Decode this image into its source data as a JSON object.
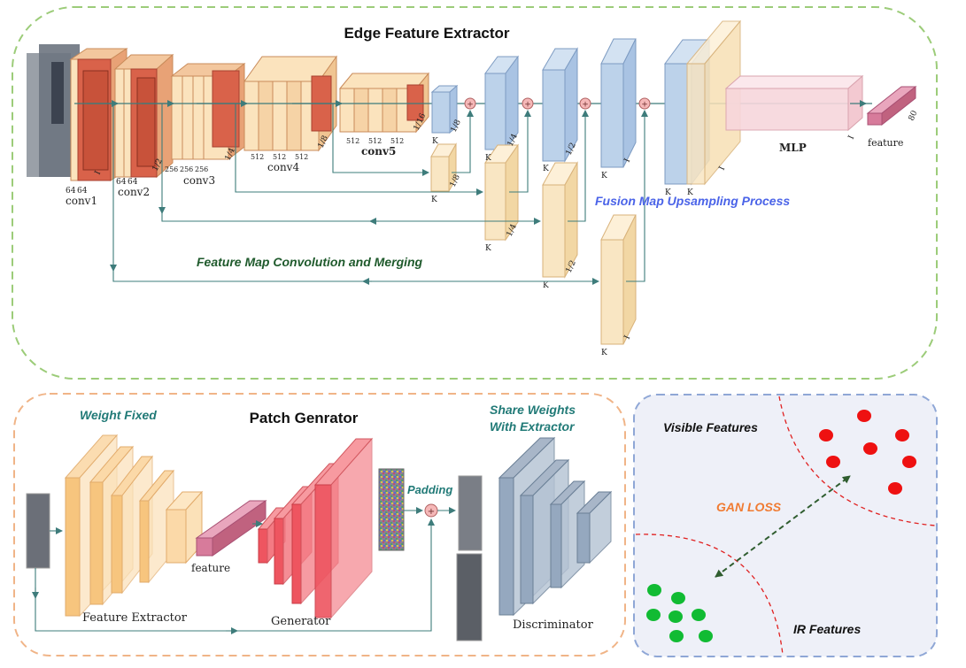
{
  "edge": {
    "title": "Edge Feature Extractor",
    "conv1": {
      "name": "conv1",
      "ch": [
        "64",
        "64"
      ],
      "frac": "I"
    },
    "conv2": {
      "name": "conv2",
      "ch": [
        "64",
        "64"
      ],
      "frac": "1/2"
    },
    "conv3": {
      "name": "conv3",
      "ch": [
        "256",
        "256",
        "256"
      ],
      "frac": "1/4"
    },
    "conv4": {
      "name": "conv4",
      "ch": [
        "512",
        "512",
        "512"
      ],
      "frac": "1/8"
    },
    "conv5": {
      "name": "conv5",
      "ch": [
        "512",
        "512",
        "512"
      ],
      "frac": "1/16"
    },
    "k_label": "K",
    "fracs_blue": [
      "1/8",
      "1/4",
      "1/2",
      "I"
    ],
    "fracs_yellow": [
      "1/8",
      "1/4",
      "1/2",
      "I"
    ],
    "up_frac": "I",
    "mlp": "MLP",
    "mlp_frac": "I",
    "feature": "feature",
    "feature_dim": "80",
    "fusion_label": "Fusion Map Upsampling Process",
    "merge_label": "Feature Map Convolution and Merging"
  },
  "patch": {
    "title": "Patch Genrator",
    "weight_fixed": "Weight Fixed",
    "share_weights_1": "Share Weights",
    "share_weights_2": "With  Extractor",
    "padding": "Padding",
    "feature": "feature",
    "extractor": "Feature Extractor",
    "generator": "Generator",
    "discriminator": "Discriminator"
  },
  "gan": {
    "visible": "Visible Features",
    "ir": "IR Features",
    "loss": "GAN LOSS"
  },
  "colors": {
    "green_border": "#9ccc79",
    "orange_border": "#f0b487",
    "blue_border": "#8fa7d6",
    "gan_bg": "#eef0f8",
    "arrow": "#3e7c7b",
    "conv_orange": "#d9624a",
    "conv_cream": "#fbe3bd",
    "blue_map": "#bcd2ea",
    "yellow_map": "#f9e6c3",
    "mlp_pink": "#f7d6dc",
    "feat_pink": "#d77b9b",
    "fusion_text": "#4a63e8",
    "merge_text": "#1f5a2c",
    "teal_text": "#217a77",
    "gan_loss": "#f07b32",
    "red_dot": "#ee1111",
    "green_dot": "#11bb33"
  }
}
